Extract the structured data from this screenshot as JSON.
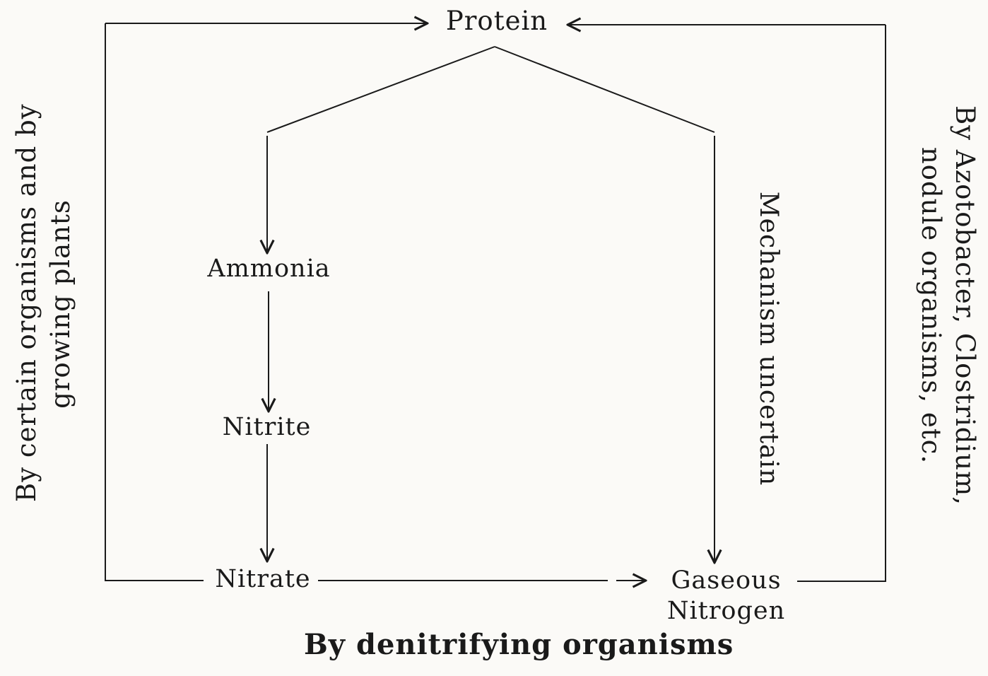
{
  "diagram": {
    "nodes": {
      "protein": "Protein",
      "ammonia": "Ammonia",
      "nitrite": "Nitrite",
      "nitrate": "Nitrate",
      "gaseous_line1": "Gaseous",
      "gaseous_line2": "Nitrogen"
    },
    "labels": {
      "left_line1": "By certain organisms and by",
      "left_line2": "growing plants",
      "right_line1": "By Azotobacter, Clostridium,",
      "right_line2": "nodule organisms, etc.",
      "mechanism": "Mechanism uncertain",
      "bottom": "By denitrifying organisms"
    },
    "colors": {
      "ink": "#1a1a1a",
      "paper": "#fbfaf7"
    }
  }
}
